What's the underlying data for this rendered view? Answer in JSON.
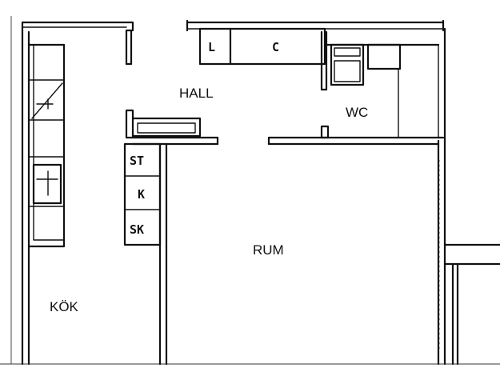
{
  "rooms": {
    "hall": "HALL",
    "wc": "WC",
    "rum": "RUM",
    "kok": "KÖK"
  },
  "fixtures": {
    "l": "L",
    "c": "C",
    "st": "ST",
    "k": "K",
    "sk": "SK"
  },
  "colors": {
    "ink": "#111111",
    "paper": "#ffffff"
  }
}
